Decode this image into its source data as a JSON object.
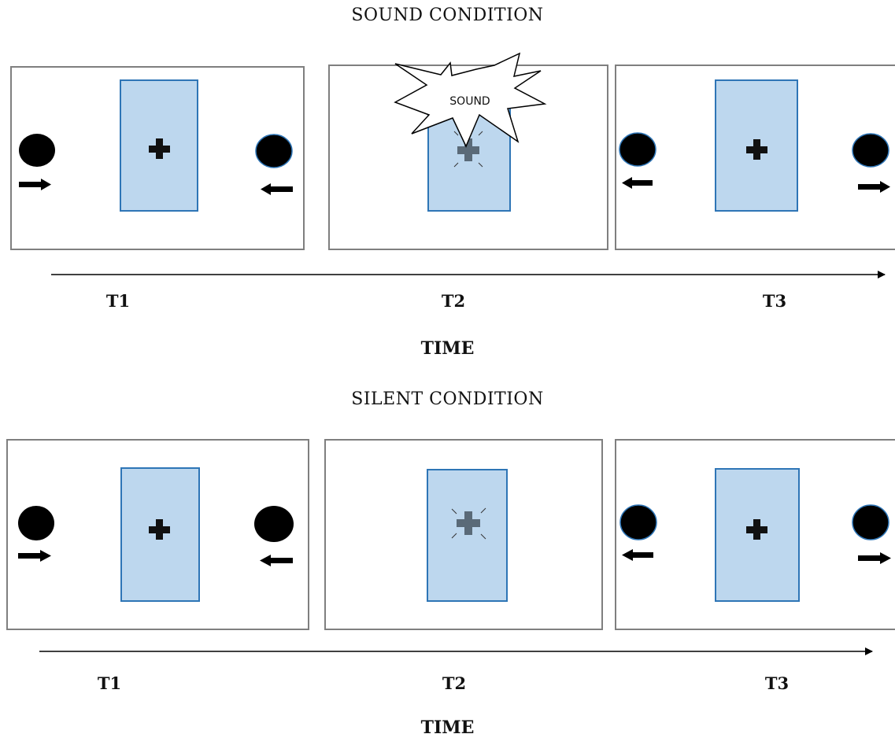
{
  "conditions": [
    {
      "title": "SOUND CONDITION",
      "stimulus_label": "SOUND",
      "time_points": [
        "T1",
        "T2",
        "T3"
      ],
      "axis_label": "TIME"
    },
    {
      "title": "SILENT CONDITION",
      "time_points": [
        "T1",
        "T2",
        "T3"
      ],
      "axis_label": "TIME"
    }
  ],
  "colors": {
    "frame_border": "#7f7f7f",
    "panel_fill": "#bdd7ee",
    "panel_border": "#2e75b6",
    "ball": "#000000",
    "ball_outline": "#2e75b6",
    "dim_cross": "#5a6a78"
  }
}
